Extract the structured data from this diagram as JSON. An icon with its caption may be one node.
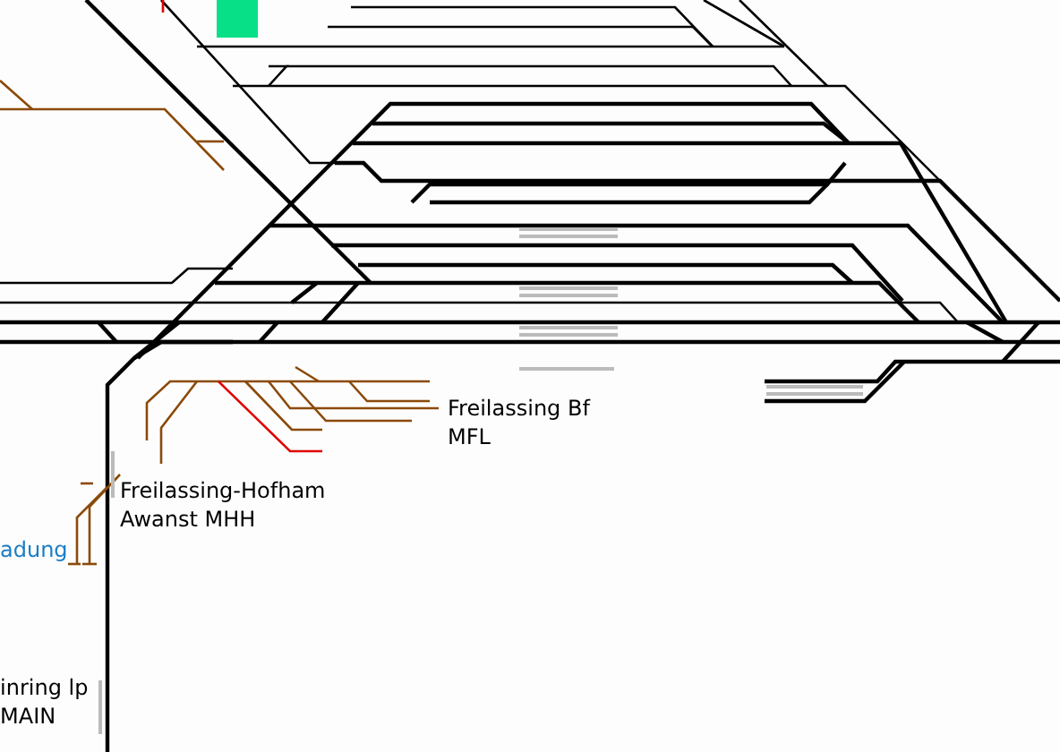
{
  "diagram": {
    "labels": [
      "Freilassing Bf MFL",
      "Freilassing-Hofham Awanst MHH",
      "adung",
      "inring lp MAIN"
    ]
  }
}
